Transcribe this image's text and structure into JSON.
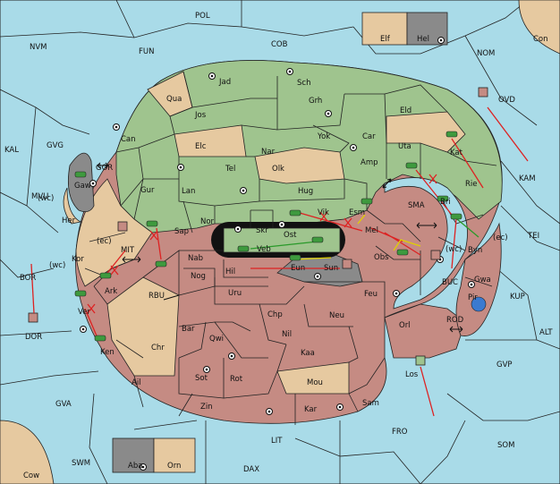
{
  "colors": {
    "sea": "#a9dbe8",
    "green_power": "#9fc48e",
    "neutral": "#e6c9a0",
    "red_power": "#c58b83",
    "grey_power": "#8a8a8a",
    "move_red": "#d22222",
    "move_green": "#2a9a2a",
    "move_yellow": "#e0d000"
  },
  "seas": {
    "POL": "POL",
    "NVM": "NVM",
    "FUN": "FUN",
    "COB": "COB",
    "NOM": "NOM",
    "Con": "Con",
    "OVD": "OVD",
    "KAL": "KAL",
    "GVG": "GVG",
    "GOR": "GOR",
    "MVU": "MVU",
    "BOR": "BOR",
    "DOR": "DOR",
    "RBU": "RBU",
    "MIT": "MIT",
    "SMA": "SMA",
    "KAM": "KAM",
    "TEI": "TEI",
    "BUC": "BUC",
    "KUP": "KUP",
    "ROD": "ROD",
    "ALT": "ALT",
    "GVP": "GVP",
    "GVA": "GVA",
    "SWM": "SWM",
    "LIT": "LIT",
    "FRO": "FRO",
    "SOM": "SOM",
    "DAX": "DAX",
    "Cow": "Cow"
  },
  "lands": {
    "Jad": "Jad",
    "Sch": "Sch",
    "Qua": "Qua",
    "Jos": "Jos",
    "Grh": "Grh",
    "Eld": "Eld",
    "Can": "Can",
    "Yok": "Yok",
    "Car": "Car",
    "Uta": "Uta",
    "Elc": "Elc",
    "Nar": "Nar",
    "Kat": "Kat",
    "Tel": "Tel",
    "Olk": "Olk",
    "Amp": "Amp",
    "Rie": "Rie",
    "Gaw": "Gaw",
    "Gur": "Gur",
    "Lan": "Lan",
    "Hug": "Hug",
    "Bri": "Bri",
    "Nor": "Nor",
    "Skr": "Skr",
    "Vik": "Vik",
    "Esm": "Esm",
    "Her": "Her",
    "Sap": "Sap",
    "Ost": "Ost",
    "Mel": "Mel",
    "Byn": "Byn",
    "Kor": "Kor",
    "Veb": "Veb",
    "Obs": "Obs",
    "Nab": "Nab",
    "Eun": "Eun",
    "Sun": "Sun",
    "Gwa": "Gwa",
    "Hil": "Hil",
    "Nog": "Nog",
    "Ark": "Ark",
    "Pir": "Pir",
    "Uru": "Uru",
    "Feu": "Feu",
    "Chp": "Chp",
    "Neu": "Neu",
    "Ver": "Ver",
    "Bar": "Bar",
    "Orl": "Orl",
    "Qwi": "Qwi",
    "Nil": "Nil",
    "Ken": "Ken",
    "Chr": "Chr",
    "Kaa": "Kaa",
    "Los": "Los",
    "Sot": "Sot",
    "Rot": "Rot",
    "Ail": "Ail",
    "Mou": "Mou",
    "Zin": "Zin",
    "Kar": "Kar",
    "Sam": "Sam",
    "Elf": "Elf",
    "Hel": "Hel",
    "Aba": "Aba",
    "Orn": "Orn"
  },
  "coasts": {
    "wc1": "(wc)",
    "wc2": "(wc)",
    "wc3": "(wc)",
    "ec1": "(ec)",
    "ec2": "(ec)"
  }
}
